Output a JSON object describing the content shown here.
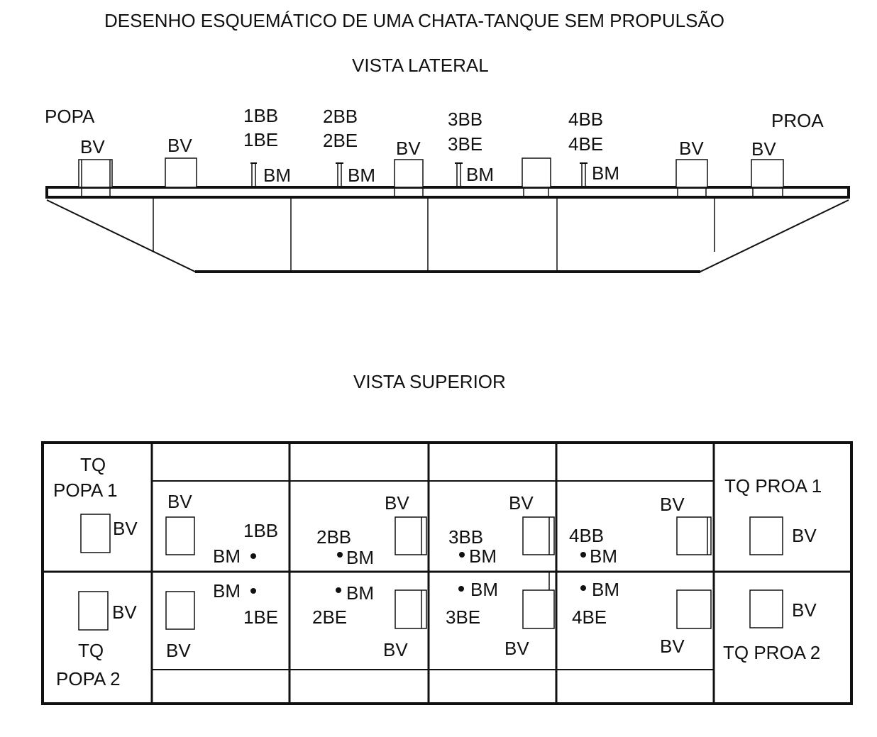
{
  "title": "DESENHO ESQUEMÁTICO DE UMA CHATA-TANQUE SEM  PROPULSÃO",
  "side_view": {
    "heading": "VISTA LATERAL",
    "stern": "POPA",
    "bow": "PROA",
    "vent_label": "BV",
    "manhole_label": "BM",
    "tank_labels": [
      {
        "bb": "1BB",
        "be": "1BE"
      },
      {
        "bb": "2BB",
        "be": "2BE"
      },
      {
        "bb": "3BB",
        "be": "3BE"
      },
      {
        "bb": "4BB",
        "be": "4BE"
      }
    ]
  },
  "top_view": {
    "heading": "VISTA SUPERIOR",
    "stern_tank_1": [
      "TQ",
      "POPA 1"
    ],
    "stern_tank_2": [
      "TQ",
      "POPA 2"
    ],
    "bow_tank_1": "TQ PROA 1",
    "bow_tank_2": "TQ PROA 2",
    "vent_label": "BV",
    "manhole_label": "BM",
    "port_tanks": [
      "1BB",
      "2BB",
      "3BB",
      "4BB"
    ],
    "starboard_tanks": [
      "1BE",
      "2BE",
      "3BE",
      "4BE"
    ]
  }
}
